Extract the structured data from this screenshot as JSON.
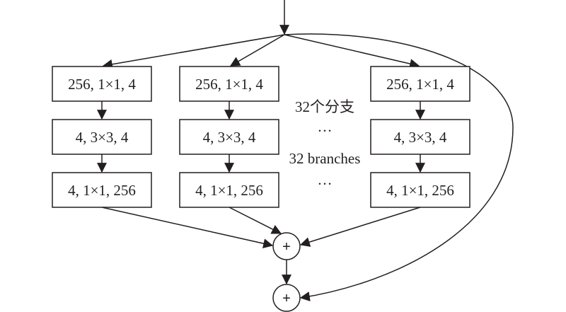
{
  "diagram": {
    "type": "ResNeXt block (grouped branches)",
    "branches": [
      {
        "layers": [
          "256, 1×1, 4",
          "4, 3×3, 4",
          "4, 1×1, 256"
        ]
      },
      {
        "layers": [
          "256, 1×1, 4",
          "4, 3×3, 4",
          "4, 1×1, 256"
        ]
      },
      {
        "layers": [
          "256, 1×1, 4",
          "4, 3×3, 4",
          "4, 1×1, 256"
        ]
      }
    ],
    "annotations": {
      "branches_zh": "32个分支",
      "ellipsis_1": "…",
      "branches_en": "32 branches",
      "ellipsis_2": "…"
    },
    "aggregate_node": "+",
    "residual_node": "+",
    "colors": {
      "stroke": "#231f20",
      "background": "#ffffff"
    }
  }
}
